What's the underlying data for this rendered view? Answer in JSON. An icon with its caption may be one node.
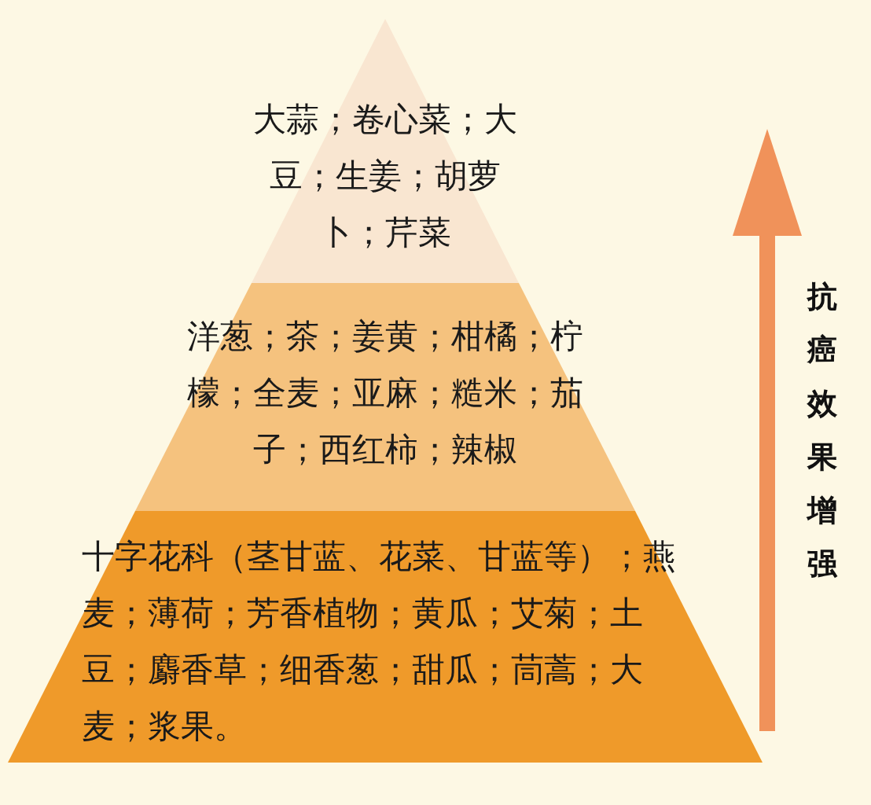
{
  "diagram": {
    "nodes": [
      {
        "text": [
          "大蒜；卷心菜；大豆；生姜；胡萝卜；芹菜"
        ]
      },
      {
        "text": [
          "洋葱；茶；姜黄；柑橘；柠檬；全麦；亚麻；糙米；茄子；西红柿；辣椒"
        ]
      },
      {
        "text": [
          "十字花科（茎甘蓝、花菜、甘蓝等）；燕麦；薄荷；芳香植物；黄瓜；艾菊；土豆；麝香草；细香葱；甜瓜；茼蒿；大麦；浆果。"
        ]
      }
    ],
    "edges": [],
    "labels": [
      "抗癌效果增强"
    ]
  }
}
